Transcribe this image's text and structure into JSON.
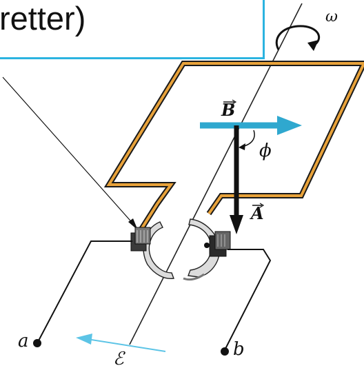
{
  "callout": {
    "text": "retter)"
  },
  "symbols": {
    "omega": "ω",
    "B": "B",
    "A": "A",
    "phi": "ϕ",
    "emf": "ℰ",
    "terminal_a": "a",
    "terminal_b": "b"
  },
  "colors": {
    "loop": "#e8a23a",
    "field_arrow": "#2fa8cf",
    "emf_arrow": "#5cc4e6",
    "callout_border": "#2bb3e0"
  }
}
